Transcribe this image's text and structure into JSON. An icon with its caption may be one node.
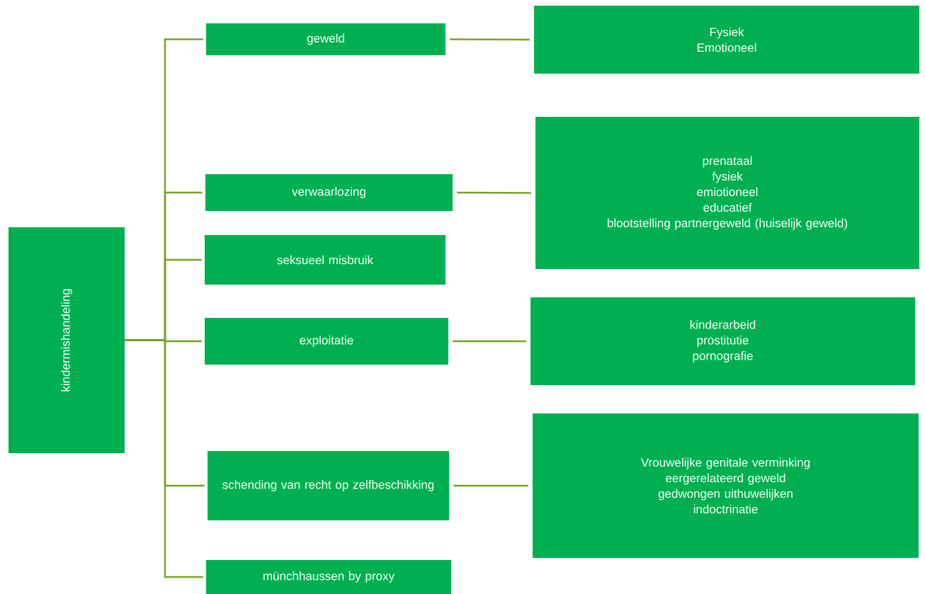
{
  "diagram": {
    "nodes": [
      {
        "text": [
          "kindermishandeling"
        ]
      },
      {
        "text": [
          "geweld"
        ]
      },
      {
        "text": [
          "Fysiek",
          "Emotioneel"
        ]
      },
      {
        "text": [
          "verwaarlozing"
        ]
      },
      {
        "text": [
          "prenataal",
          "fysiek",
          "emiotioneel",
          "educatief",
          "blootstelling partnergeweld (huiselijk geweld)"
        ]
      },
      {
        "text": [
          "seksueel misbruik"
        ]
      },
      {
        "text": [
          "exploitatie"
        ]
      },
      {
        "text": [
          "kinderarbeid",
          "prostitutie",
          "pornografie"
        ]
      },
      {
        "text": [
          "schending van recht op zelfbeschikking"
        ]
      },
      {
        "text": [
          "Vrouwelijke genitale verminking",
          "eergerelateerd geweld",
          "gedwongen uithuwelijken",
          "indoctrinatie"
        ]
      },
      {
        "text": [
          "münchhaussen by proxy"
        ]
      }
    ],
    "edges": [
      {
        "from": 0,
        "to": 1,
        "arrow": "none"
      },
      {
        "from": 0,
        "to": 3,
        "arrow": "none"
      },
      {
        "from": 0,
        "to": 5,
        "arrow": "none"
      },
      {
        "from": 0,
        "to": 6,
        "arrow": "none"
      },
      {
        "from": 0,
        "to": 8,
        "arrow": "none"
      },
      {
        "from": 0,
        "to": 10,
        "arrow": "none"
      },
      {
        "from": 1,
        "to": 2,
        "arrow": "none"
      },
      {
        "from": 3,
        "to": 4,
        "arrow": "none"
      },
      {
        "from": 6,
        "to": 7,
        "arrow": "none"
      },
      {
        "from": 8,
        "to": 9,
        "arrow": "none"
      }
    ]
  }
}
